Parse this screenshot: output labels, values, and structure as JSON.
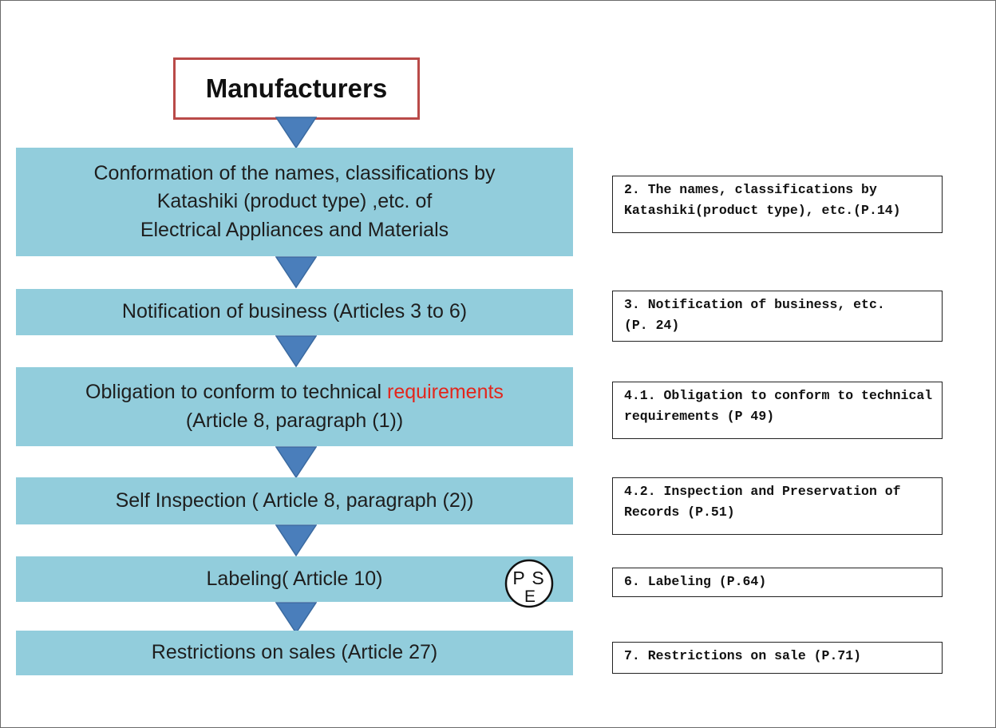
{
  "title": "Manufacturers",
  "steps": [
    {
      "line1": "Conformation of the names, classifications by",
      "line2": "Katashiki (product type) ,etc. of",
      "line3": "Electrical Appliances and Materials"
    },
    {
      "line1": "Notification of business (Articles 3 to 6)"
    },
    {
      "line1_a": "Obligation to conform to technical ",
      "line1_b": "requirements",
      "line2": "(Article 8, paragraph (1))"
    },
    {
      "line1": "Self Inspection ( Article 8, paragraph (2))"
    },
    {
      "line1": "Labeling( Article 10)"
    },
    {
      "line1": "Restrictions on sales (Article 27)"
    }
  ],
  "references": [
    {
      "line1": "2. The names, classifications by",
      "line2": "Katashiki(product type), etc.(P.14)"
    },
    {
      "line1": "3. Notification of business, etc.",
      "line2": "(P. 24)"
    },
    {
      "line1": "4.1. Obligation to conform to technical",
      "line2": "requirements (P 49)"
    },
    {
      "line1": "4.2. Inspection and Preservation of",
      "line2": "Records (P.51)"
    },
    {
      "line1": "6. Labeling (P.64)"
    },
    {
      "line1": "7. Restrictions on sale (P.71)"
    }
  ],
  "pse_mark": {
    "top_left": "P",
    "top_right": "S",
    "bottom": "E"
  },
  "colors": {
    "step_fill": "#92cddc",
    "arrow_fill": "#4a7ebb",
    "title_border": "#b94a48",
    "highlight": "#e3261c"
  }
}
